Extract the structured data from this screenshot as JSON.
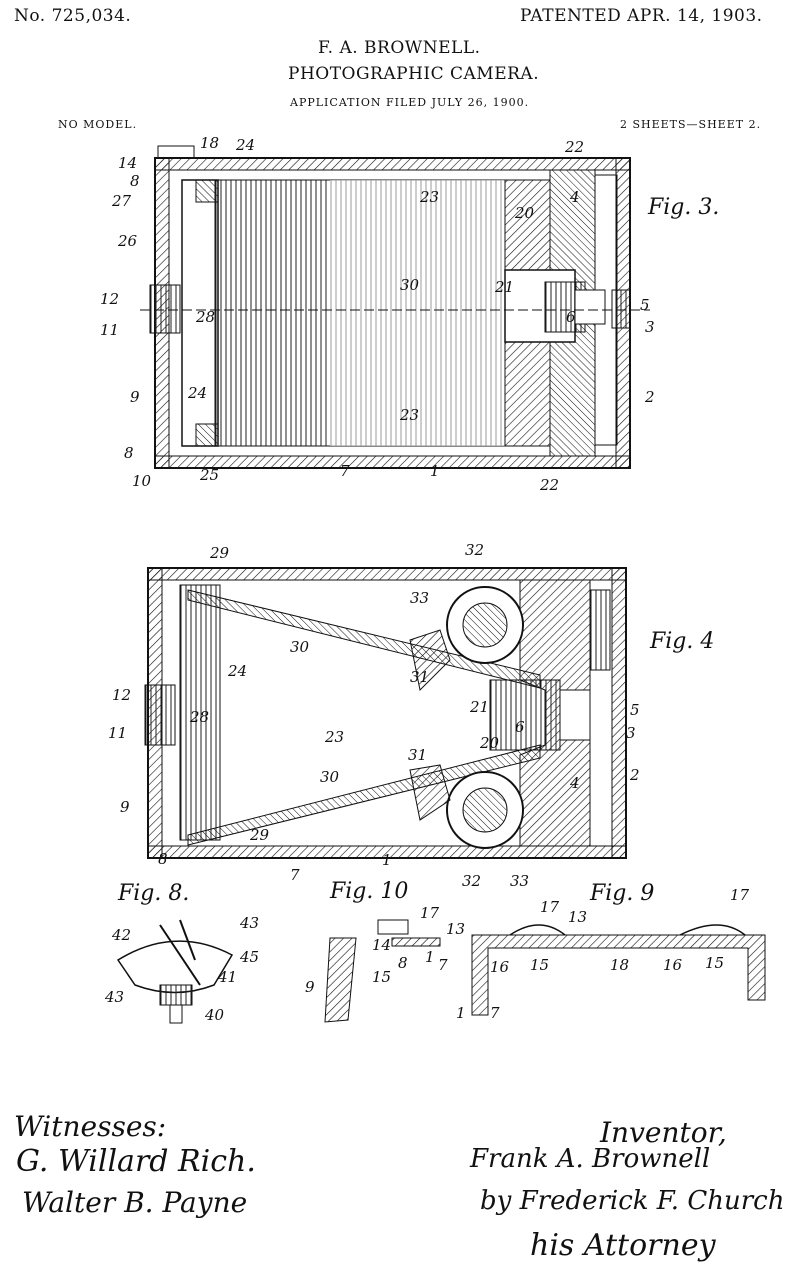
{
  "header": {
    "patent_number": "No. 725,034.",
    "patented_date": "PATENTED APR. 14, 1903.",
    "inventor_name": "F. A. BROWNELL.",
    "title": "PHOTOGRAPHIC CAMERA.",
    "application": "APPLICATION FILED JULY 26, 1900.",
    "model_note": "NO MODEL.",
    "sheet_note": "2 SHEETS—SHEET 2."
  },
  "figures": {
    "fig3": "Fig. 3.",
    "fig4": "Fig. 4",
    "fig8": "Fig. 8.",
    "fig9": "Fig. 9",
    "fig10": "Fig. 10"
  },
  "signatures": {
    "witnesses_label": "Witnesses:",
    "witness1": "G. Willard Rich.",
    "witness2": "Walter B. Payne",
    "inventor_label": "Inventor,",
    "inventor_signature": "Frank A. Brownell",
    "by_attorney": "by Frederick F. Church",
    "attorney_label": "his Attorney"
  }
}
